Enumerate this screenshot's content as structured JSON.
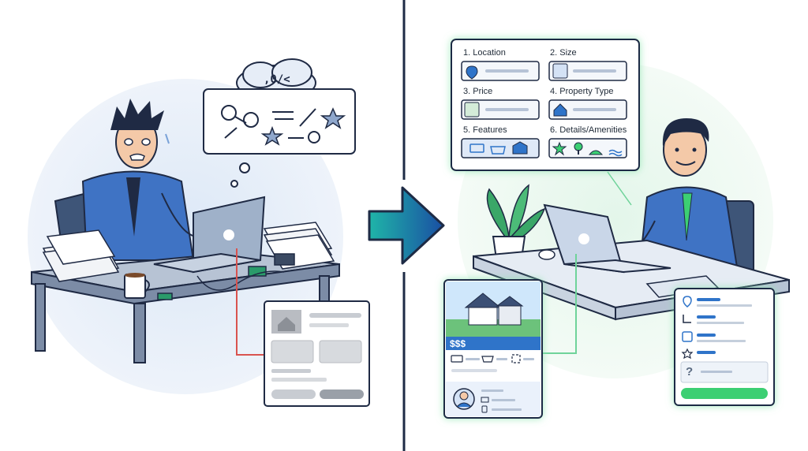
{
  "left_scene": {
    "thought_cloud_text": ",0/<"
  },
  "criteria_card": {
    "items": [
      {
        "label": "1. Location",
        "icon": "location-pin-icon"
      },
      {
        "label": "2. Size",
        "icon": "floor-plan-icon"
      },
      {
        "label": "3. Price",
        "icon": "money-bag-icon"
      },
      {
        "label": "4. Property Type",
        "icon": "house-icon"
      },
      {
        "label": "5. Features",
        "icons": [
          "bed-icon",
          "bathtub-icon",
          "garage-icon"
        ]
      },
      {
        "label": "6. Details/Amenities",
        "icons": [
          "star-icon",
          "tree-icon",
          "park-icon",
          "pool-icon"
        ]
      }
    ]
  },
  "listing_card": {
    "price": "$$$"
  },
  "form_card": {
    "question_mark": "?"
  },
  "colors": {
    "divider": "#1e2b45",
    "arrow_gradient_start": "#1fb5a8",
    "arrow_gradient_end": "#1a4fa3",
    "left_line": "#d9534f",
    "right_line": "#6fd39a",
    "accent_blue": "#2f74c9",
    "accent_green": "#3ccf73"
  }
}
